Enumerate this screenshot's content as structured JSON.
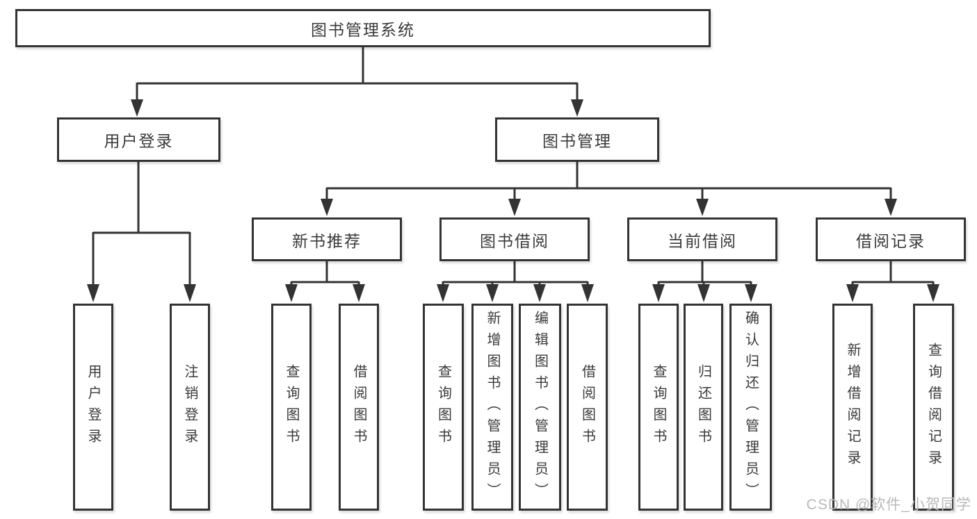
{
  "colors": {
    "line": "#333333",
    "text": "#3a3a3a",
    "watermark": "#b9b9b9",
    "background": "#ffffff"
  },
  "tree": {
    "root": "图书管理系统",
    "branches": [
      {
        "label": "用户登录",
        "children": [
          "用户登录",
          "注销登录"
        ]
      },
      {
        "label": "图书管理",
        "groups": [
          {
            "label": "新书推荐",
            "children": [
              "查询图书",
              "借阅图书"
            ]
          },
          {
            "label": "图书借阅",
            "children": [
              "查询图书",
              "新增图书（管理员）",
              "编辑图书（管理员）",
              "借阅图书"
            ]
          },
          {
            "label": "当前借阅",
            "children": [
              "查询图书",
              "归还图书",
              "确认归还（管理员）"
            ]
          },
          {
            "label": "借阅记录",
            "children": [
              "新增借阅记录",
              "查询借阅记录"
            ]
          }
        ]
      }
    ]
  },
  "watermark": "CSDN @软件_小贺同学"
}
